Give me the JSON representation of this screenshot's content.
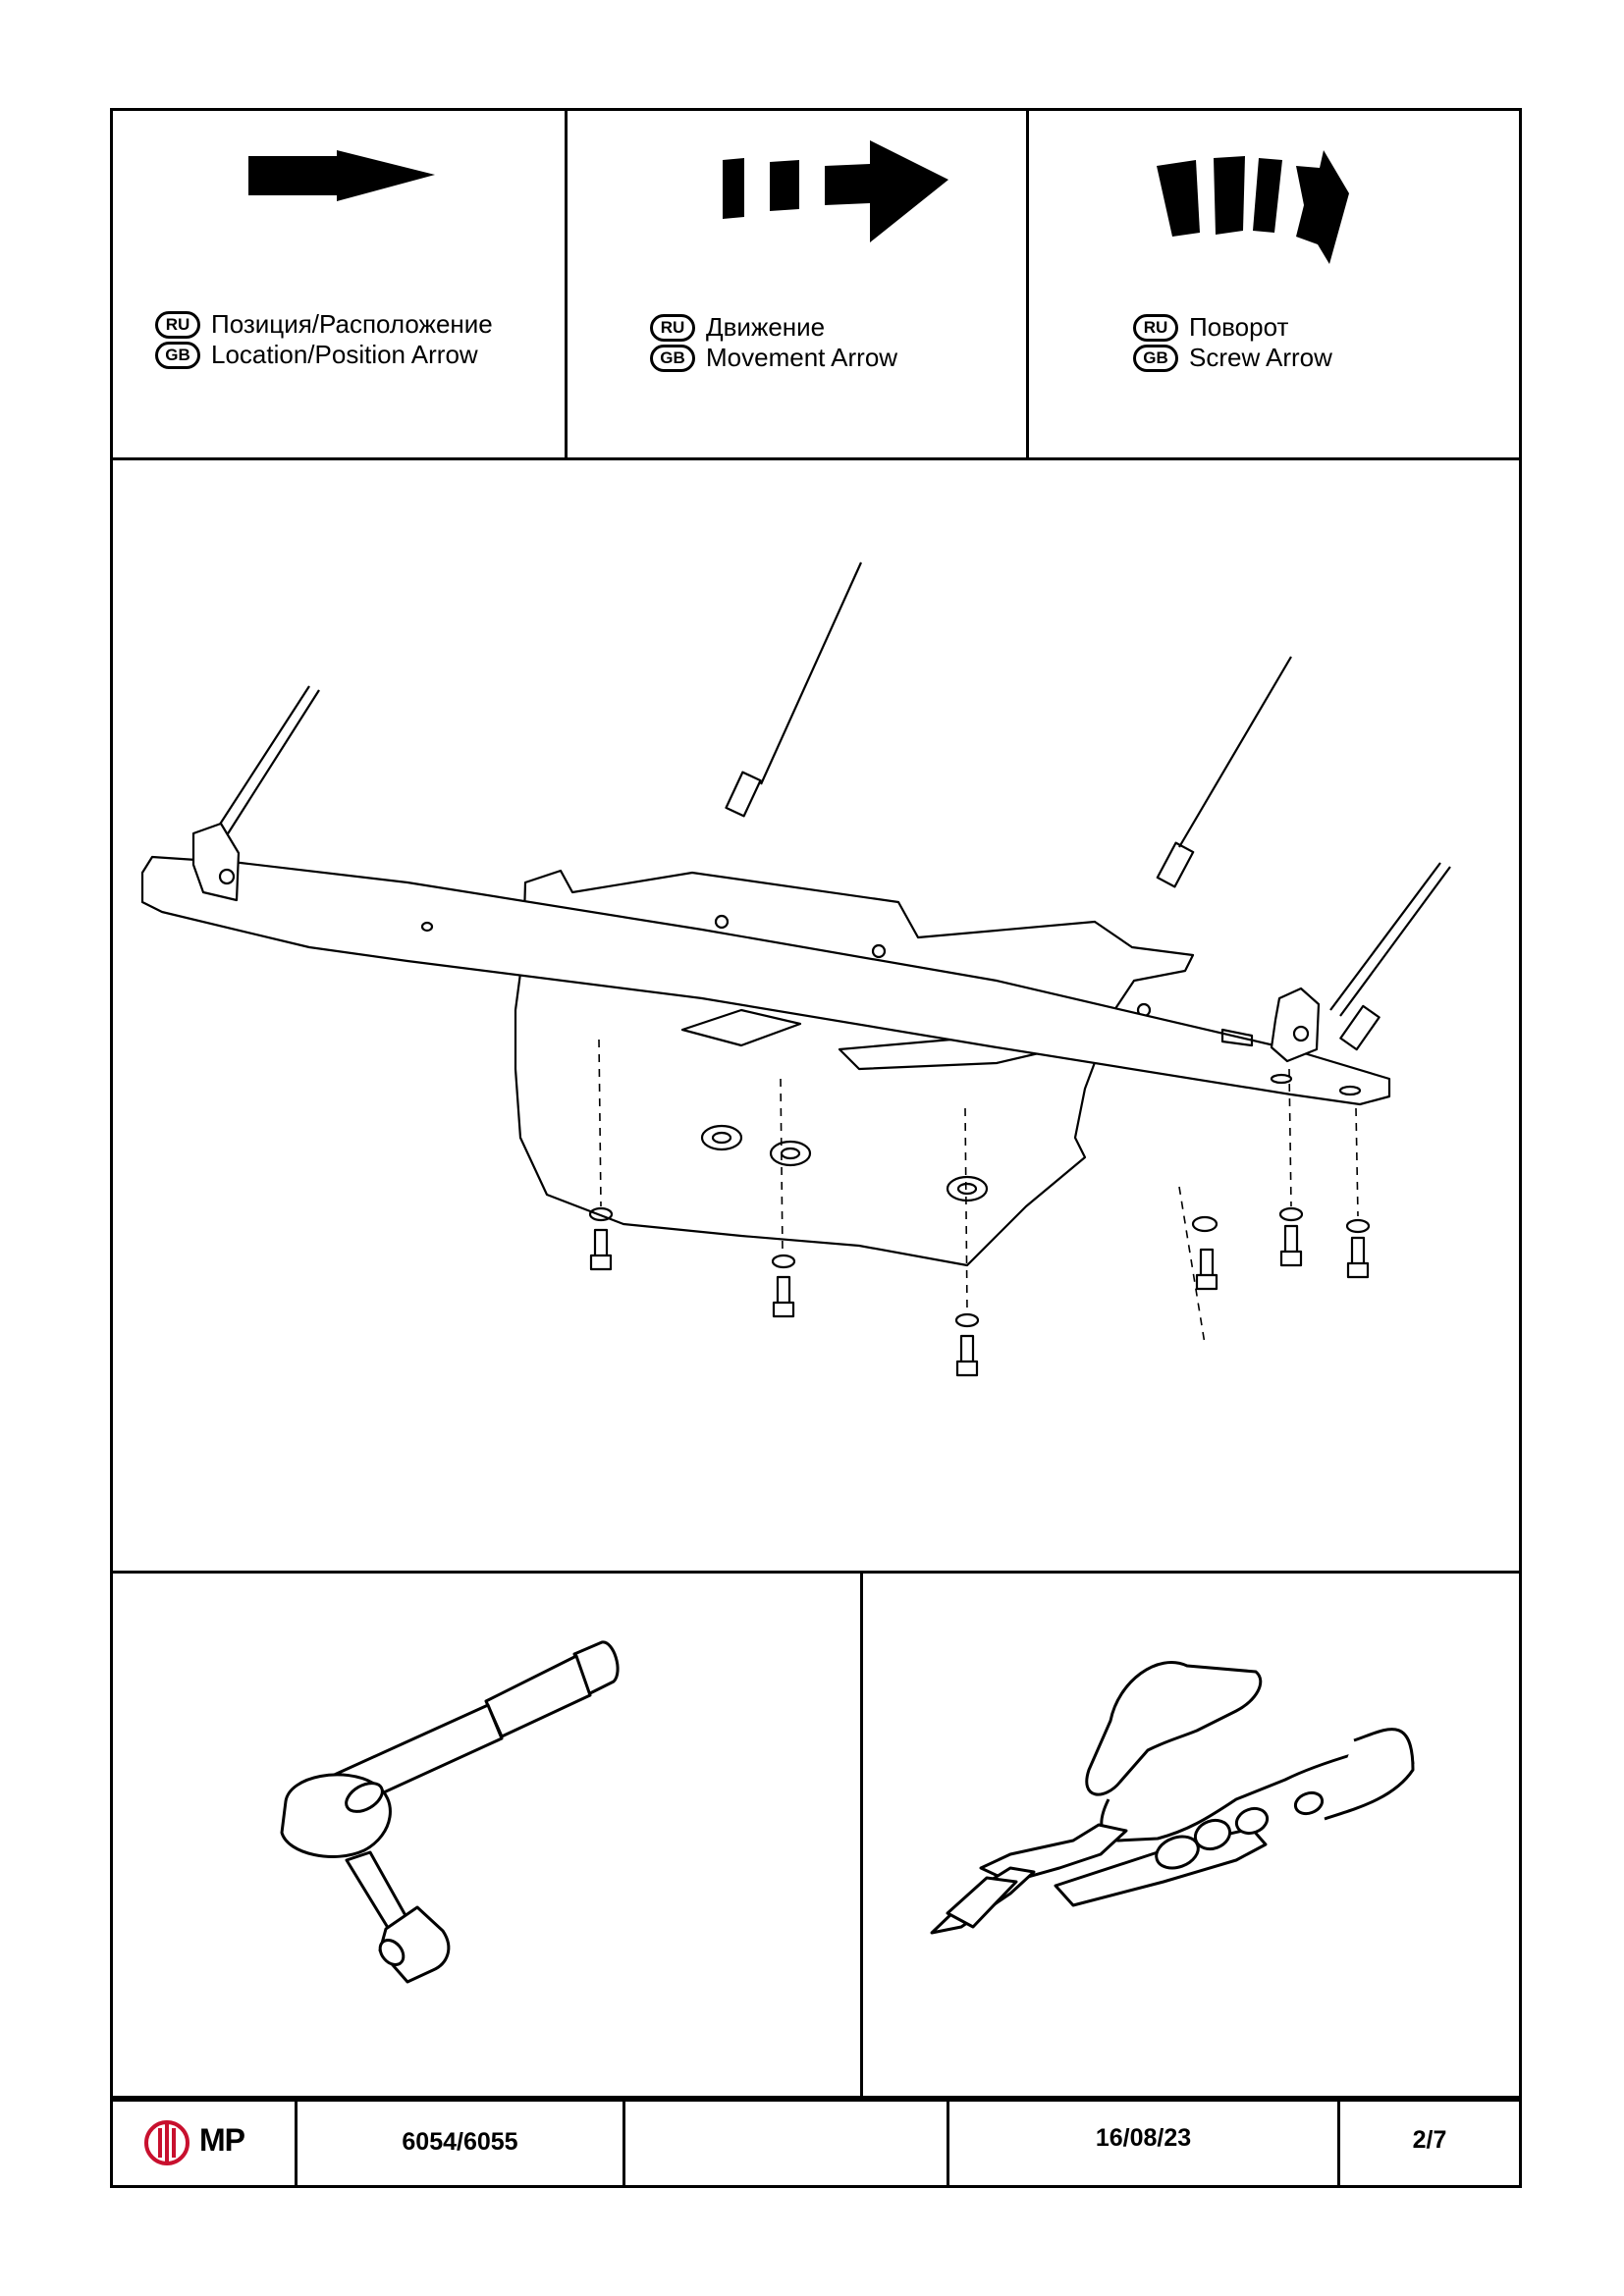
{
  "legend": [
    {
      "lang_ru": "RU",
      "lang_gb": "GB",
      "ru": "Позиция/Расположение",
      "gb": "Location/Position Arrow",
      "icon": "location-arrow-icon"
    },
    {
      "lang_ru": "RU",
      "lang_gb": "GB",
      "ru": "Движение",
      "gb": "Movement Arrow",
      "icon": "movement-arrow-icon"
    },
    {
      "lang_ru": "RU",
      "lang_gb": "GB",
      "ru": "Поворот",
      "gb": "Screw Arrow",
      "icon": "screw-arrow-icon"
    }
  ],
  "tools": [
    {
      "icon": "ratchet-wrench-icon"
    },
    {
      "icon": "wire-cutter-icon"
    }
  ],
  "footer": {
    "logo_text": "MP",
    "article": "6054/6055",
    "empty_field": "",
    "date": "16/08/23",
    "page": "2/7"
  },
  "colors": {
    "ink": "#000000",
    "logo_red": "#c8102e",
    "paper": "#ffffff"
  }
}
